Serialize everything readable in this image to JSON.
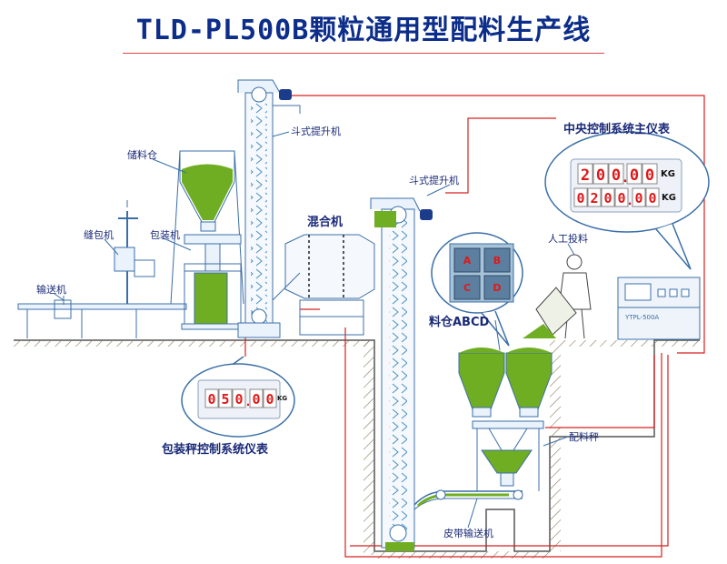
{
  "title": "TLD-PL500B颗粒通用型配料生产线",
  "labels": {
    "elevator_left": "斗式提升机",
    "storage_bin": "储料仓",
    "sewing_machine": "缝包机",
    "packing_machine": "包装机",
    "conveyor": "输送机",
    "mixer": "混合机",
    "elevator_right": "斗式提升机",
    "main_meter": "中央控制系统主仪表",
    "manual_feed": "人工投料",
    "bins": "料仓ABCD",
    "batching_scale": "配料秤",
    "belt_conveyor": "皮带输送机",
    "packing_meter": "包装秤控制系统仪表",
    "controller_model": "YTPL-500A"
  },
  "bins": [
    "A",
    "B",
    "C",
    "D"
  ],
  "main_display": {
    "row1": [
      "2",
      "0",
      "0",
      ".",
      "0",
      "0"
    ],
    "row1_unit": "KG",
    "row2": [
      "0",
      "2",
      "0",
      "0",
      ".",
      "0",
      "0"
    ],
    "row2_unit": "KG"
  },
  "packing_display": {
    "digits": [
      "0",
      "5",
      "0",
      ".",
      "0",
      "0"
    ],
    "unit": "KG"
  },
  "colors": {
    "material": "#6fae22",
    "wire": "#d62020",
    "line": "#3b6fa8",
    "title": "#0c2d8a"
  }
}
